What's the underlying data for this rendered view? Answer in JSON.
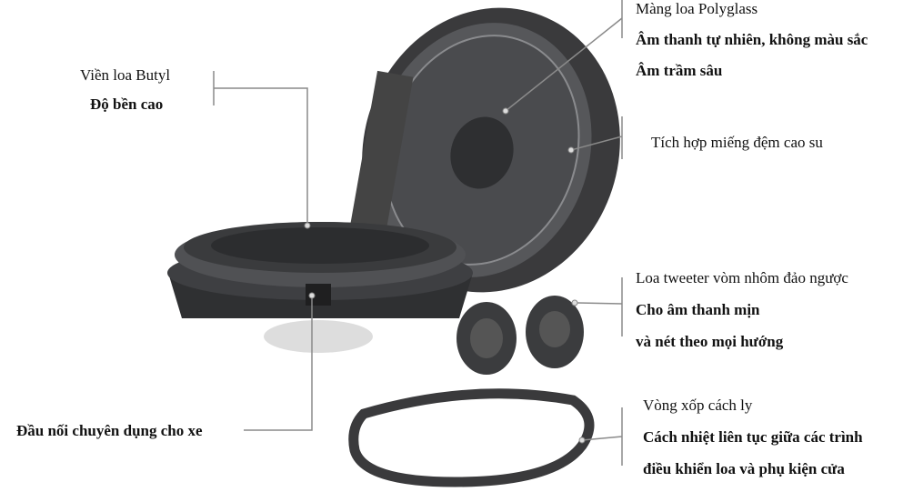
{
  "callouts": {
    "surround": {
      "title": "Viền loa Butyl",
      "lines": [
        "Độ bền cao"
      ]
    },
    "cone": {
      "title": "Màng loa Polyglass",
      "lines": [
        "Âm thanh tự nhiên, không màu sắc",
        "Âm trầm sâu"
      ]
    },
    "gasket": {
      "title": "Tích hợp miếng đệm cao su"
    },
    "tweeter": {
      "title": "Loa tweeter vòm nhôm đảo ngược",
      "lines": [
        "Cho âm thanh mịn",
        "và nét theo mọi hướng"
      ]
    },
    "foam_ring": {
      "title": "Vòng xốp cách ly",
      "lines": [
        "Cách nhiệt liên tục giữa các trình",
        "điều khiển loa và phụ kiện cửa"
      ]
    },
    "connector": {
      "title": "Đầu nối chuyên dụng cho xe"
    }
  }
}
